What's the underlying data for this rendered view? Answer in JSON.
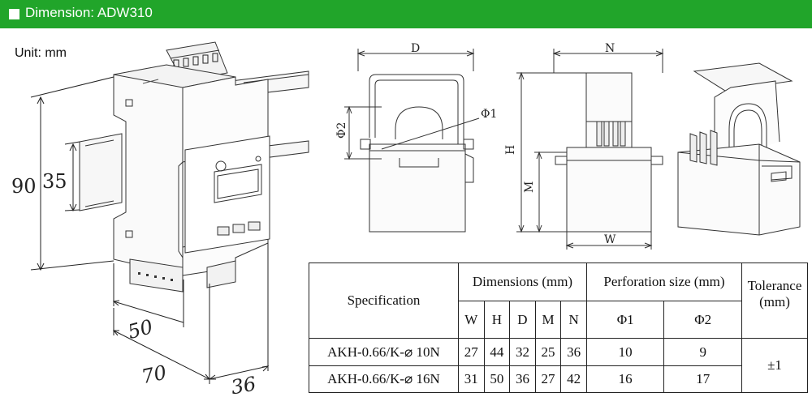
{
  "header": {
    "title": "Dimension: ADW310",
    "color": "#21a52a"
  },
  "unit_label": "Unit: mm",
  "meter_dims": {
    "height": "90",
    "rail": "35",
    "width": "50",
    "depth": "70",
    "thick": "36"
  },
  "ct_front_labels": {
    "d": "D",
    "phi1": "Φ1",
    "phi2": "Φ2"
  },
  "ct_side_labels": {
    "n": "N",
    "h": "H",
    "m": "M",
    "w": "W"
  },
  "table": {
    "col_spec": "Specification",
    "col_dims": "Dimensions (mm)",
    "col_perf": "Perforation size (mm)",
    "col_tol": "Tolerance (mm)",
    "sub_headers": [
      "W",
      "H",
      "D",
      "M",
      "N",
      "Φ1",
      "Φ2"
    ],
    "rows": [
      {
        "spec": "AKH-0.66/K-⌀  10N",
        "cells": [
          "27",
          "44",
          "32",
          "25",
          "36",
          "10",
          "9"
        ]
      },
      {
        "spec": "AKH-0.66/K-⌀  16N",
        "cells": [
          "31",
          "50",
          "36",
          "27",
          "42",
          "16",
          "17"
        ]
      }
    ],
    "tolerance": "±1"
  }
}
